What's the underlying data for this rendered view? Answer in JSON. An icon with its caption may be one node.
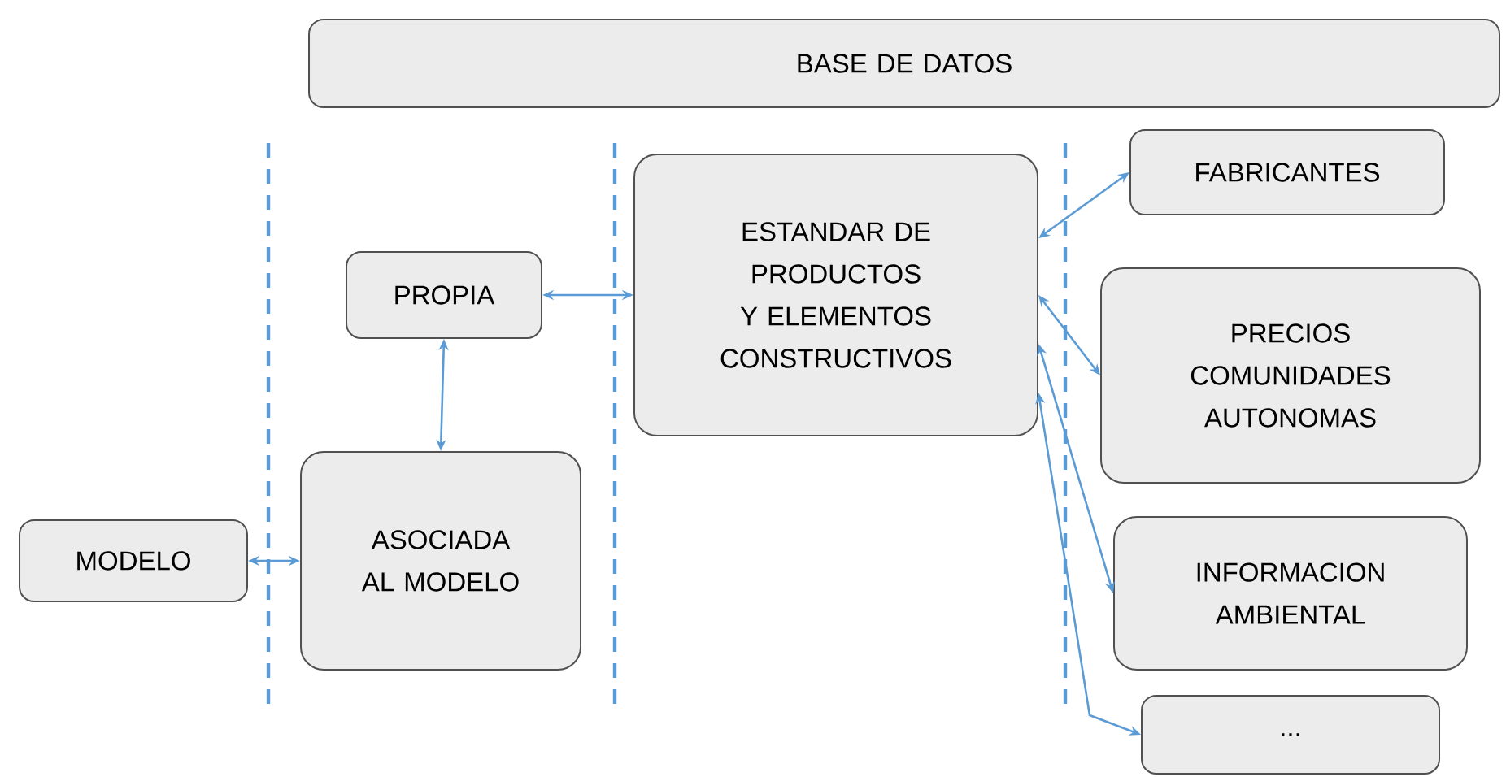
{
  "diagram": {
    "nodes": [
      {
        "text": [
          "BASE DE DATOS"
        ]
      },
      {
        "text": [
          "FABRICANTES"
        ]
      },
      {
        "text": [
          "ESTANDAR DE PRODUCTOS Y ELEMENTOS CONSTRUCTIVOS"
        ]
      },
      {
        "text": [
          "PROPIA"
        ]
      },
      {
        "text": [
          "PRECIOS COMUNIDADES AUTONOMAS"
        ]
      },
      {
        "text": [
          "MODELO"
        ]
      },
      {
        "text": [
          "ASOCIADA AL MODELO"
        ]
      },
      {
        "text": [
          "INFORMACION AMBIENTAL"
        ]
      },
      {
        "text": [
          "..."
        ]
      }
    ],
    "edges": [
      {
        "from": 3,
        "to": 2,
        "arrow": "both"
      },
      {
        "from": 3,
        "to": 6,
        "arrow": "both"
      },
      {
        "from": 5,
        "to": 6,
        "arrow": "both"
      },
      {
        "from": 2,
        "to": 1,
        "arrow": "both"
      },
      {
        "from": 2,
        "to": 4,
        "arrow": "both"
      },
      {
        "from": 2,
        "to": 7,
        "arrow": "both"
      },
      {
        "from": 2,
        "to": 8,
        "arrow": "both"
      }
    ]
  }
}
